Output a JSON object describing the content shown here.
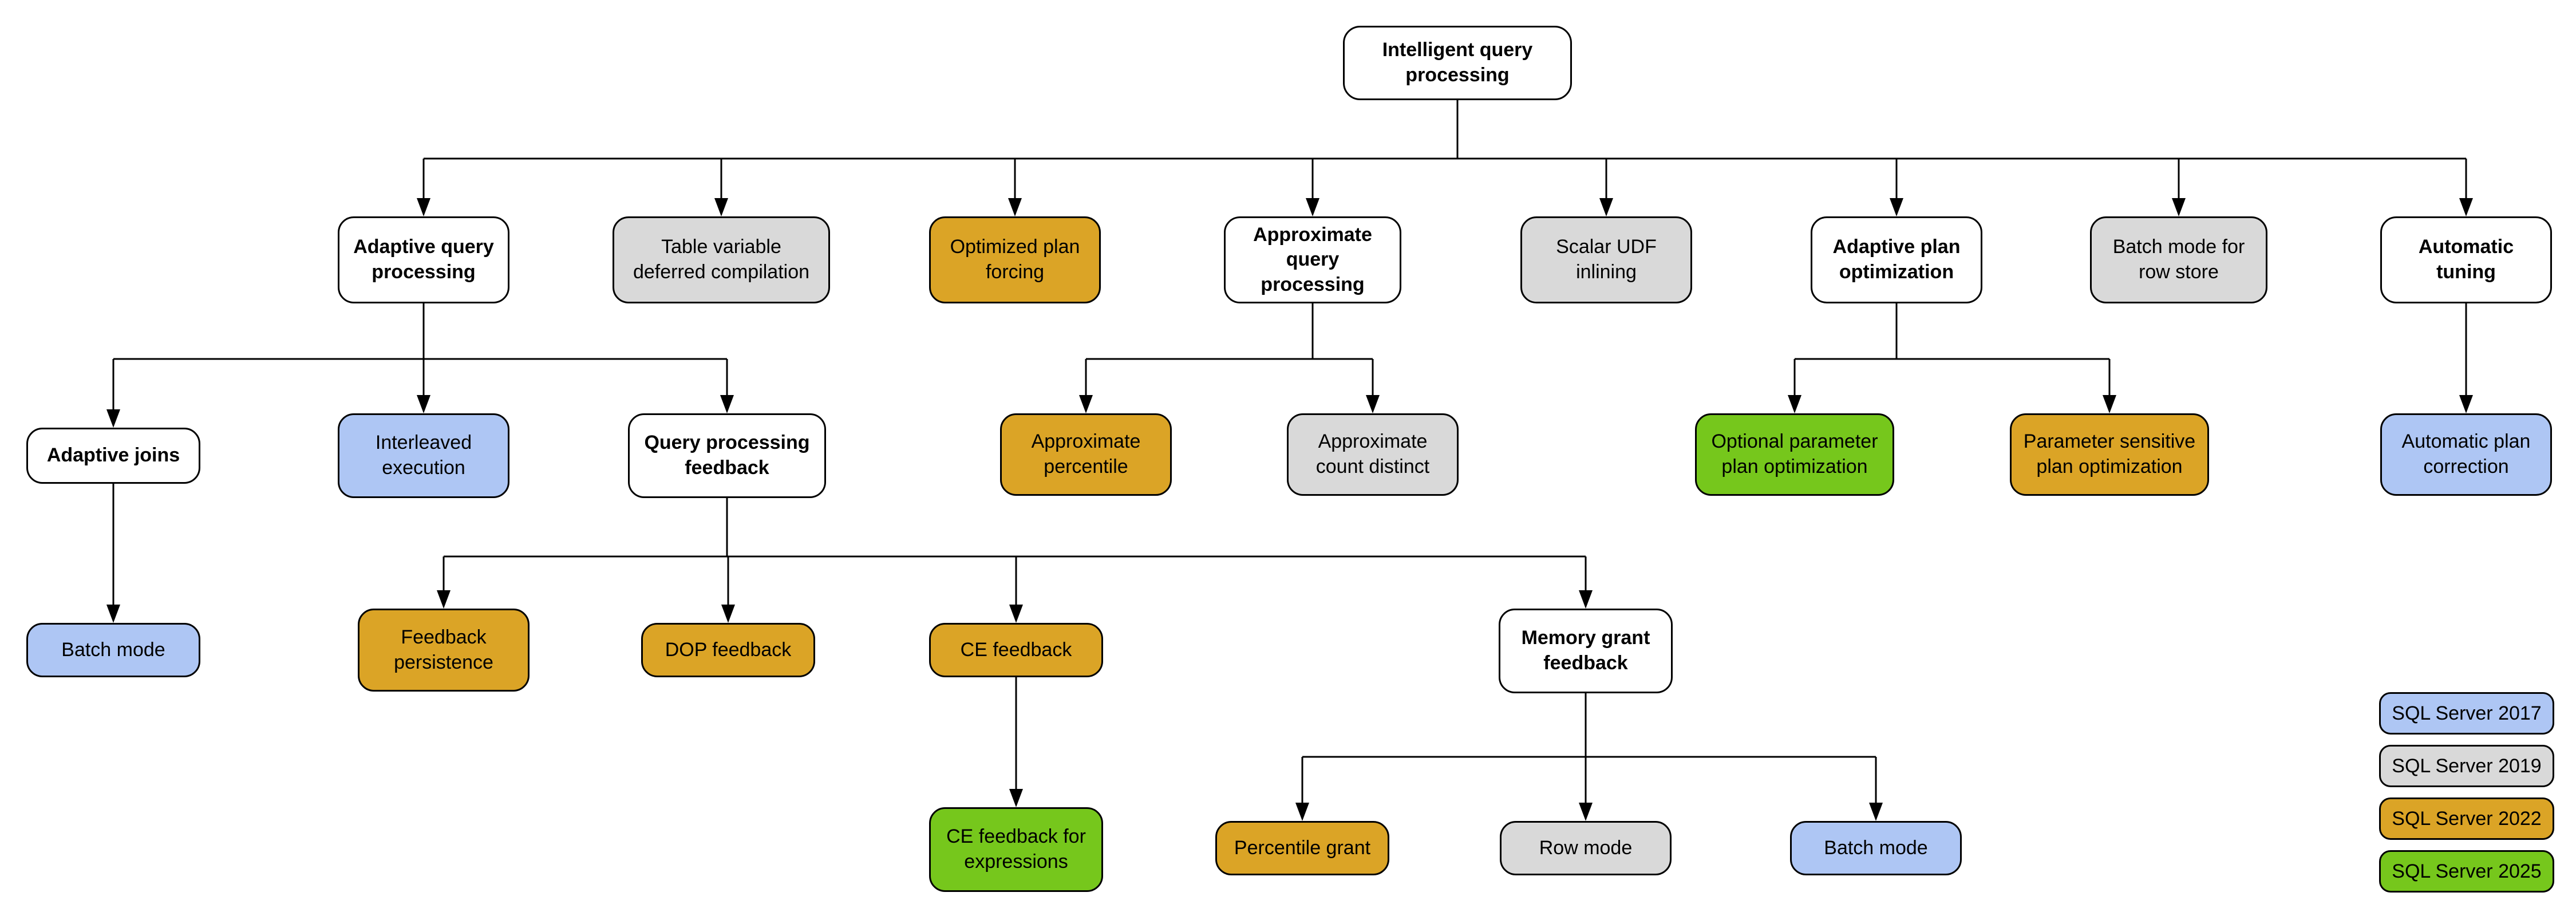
{
  "palette": {
    "base": "#FFFFFF",
    "sql2017": "#AEC6F4",
    "sql2019": "#D9D9D9",
    "sql2022": "#DBA426",
    "sql2025": "#76C71C",
    "border": "#000000",
    "line": "#000000"
  },
  "nodes": [
    {
      "label": "Intelligent query processing",
      "version": "base"
    },
    {
      "label": "Adaptive query processing",
      "version": "base"
    },
    {
      "label": "Table variable deferred compilation",
      "version": "sql2019"
    },
    {
      "label": "Optimized plan forcing",
      "version": "sql2022"
    },
    {
      "label": "Approximate query processing",
      "version": "base"
    },
    {
      "label": "Scalar UDF inlining",
      "version": "sql2019"
    },
    {
      "label": "Adaptive plan optimization",
      "version": "base"
    },
    {
      "label": "Batch mode for row store",
      "version": "sql2019"
    },
    {
      "label": "Automatic tuning",
      "version": "base"
    },
    {
      "label": "Adaptive joins",
      "version": "base"
    },
    {
      "label": "Interleaved execution",
      "version": "sql2017"
    },
    {
      "label": "Query processing feedback",
      "version": "base"
    },
    {
      "label": "Approximate percentile",
      "version": "sql2022"
    },
    {
      "label": "Approximate count distinct",
      "version": "sql2019"
    },
    {
      "label": "Optional parameter plan optimization",
      "version": "sql2025"
    },
    {
      "label": "Parameter sensitive plan optimization",
      "version": "sql2022"
    },
    {
      "label": "Automatic plan correction",
      "version": "sql2017"
    },
    {
      "label": "Batch mode",
      "version": "sql2017"
    },
    {
      "label": "Feedback persistence",
      "version": "sql2022"
    },
    {
      "label": "DOP feedback",
      "version": "sql2022"
    },
    {
      "label": "CE feedback",
      "version": "sql2022"
    },
    {
      "label": "Memory grant feedback",
      "version": "base"
    },
    {
      "label": "CE feedback for expressions",
      "version": "sql2025"
    },
    {
      "label": "Percentile grant",
      "version": "sql2022"
    },
    {
      "label": "Row mode",
      "version": "sql2019"
    },
    {
      "label": "Batch mode",
      "version": "sql2017"
    }
  ],
  "legend": {
    "items": [
      {
        "label": "SQL Server 2017",
        "version": "sql2017"
      },
      {
        "label": "SQL Server 2019",
        "version": "sql2019"
      },
      {
        "label": "SQL Server 2022",
        "version": "sql2022"
      },
      {
        "label": "SQL Server 2025",
        "version": "sql2025"
      }
    ]
  }
}
